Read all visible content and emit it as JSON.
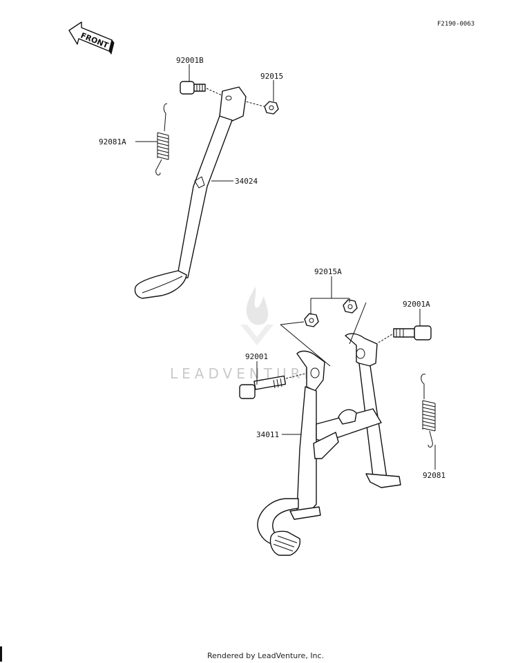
{
  "figure_code": "F2190-0063",
  "front_label": "FRONT",
  "watermark": "LEADVENTURE",
  "footer": "Rendered by LeadVenture, Inc.",
  "callouts": {
    "bolt_side": "92001B",
    "nut_side": "92015",
    "spring_side": "92081A",
    "side_stand": "34024",
    "nuts_center": "92015A",
    "bolt_right": "92001A",
    "bolt_left": "92001",
    "center_stand": "34011",
    "spring_center": "92081"
  }
}
